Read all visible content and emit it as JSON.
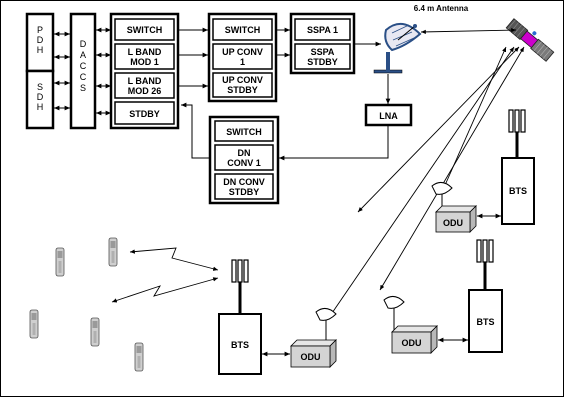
{
  "antenna_label": "6.4 m Antenna",
  "pdh": "PDH",
  "sdh": "SDH",
  "daccs": "DACCS",
  "modem_stack": {
    "switch": "SWITCH",
    "mod1": [
      "L BAND",
      "MOD 1"
    ],
    "mod26": [
      "L BAND",
      "MOD 26"
    ],
    "stdby": "STDBY"
  },
  "upconv_stack": {
    "switch": "SWITCH",
    "up1": [
      "UP CONV",
      "1"
    ],
    "upstdby": [
      "UP CONV",
      "STDBY"
    ]
  },
  "sspa_stack": {
    "sspa1": "SSPA 1",
    "sspastdby": [
      "SSPA",
      "STDBY"
    ]
  },
  "lna": "LNA",
  "downconv_stack": {
    "switch": "SWITCH",
    "dn1": [
      "DN",
      "CONV 1"
    ],
    "dnstdby": [
      "DN CONV",
      "STDBY"
    ]
  },
  "bts_label": "BTS",
  "odu_label": "ODU",
  "colors": {
    "line": "#000000",
    "odu_fill": "#d4d4d4",
    "phone_fill": "#cfcfcf",
    "satellite_body": "#555555",
    "satellite_panel": "#7a7a7a",
    "satellite_accent": "#cc00cc",
    "antenna_blue": "#2a4f86"
  }
}
